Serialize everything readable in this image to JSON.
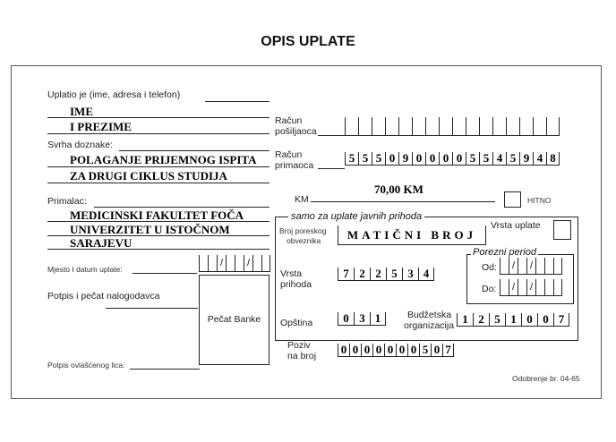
{
  "title": "OPIS UPLATE",
  "payer": {
    "label": "Uplatio je (ime, adresa i telefon)",
    "line1": "IME",
    "line2": "I PREZIME"
  },
  "purpose": {
    "label": "Svrha doznake:",
    "line1": "POLAGANJE PRIJEMNOG ISPITA",
    "line2": "ZA DRUGI CIKLUS STUDIJA"
  },
  "recipient": {
    "label": "Primalac:",
    "line1": "MEDICINSKI FAKULTET FOČA",
    "line2": "UNIVERZITET U ISTOČNOM",
    "line3": "SARAJEVU"
  },
  "place_date": {
    "label": "Mjesto I datum uplate:"
  },
  "signature_payer": {
    "label": "Potpis i pečat nalogodavca"
  },
  "signature_authorized": {
    "label": "Potpis ovlašćenog lica:"
  },
  "bank_stamp": {
    "label": "Pečat Banke"
  },
  "sender_account": {
    "label_1": "Račun",
    "label_2": "pošiljaoca"
  },
  "recipient_account": {
    "label_1": "Račun",
    "label_2": "primaoca",
    "digits": [
      "5",
      "5",
      "5",
      "0",
      "9",
      "0",
      "0",
      "0",
      "0",
      "5",
      "5",
      "4",
      "5",
      "9",
      "4",
      "8"
    ]
  },
  "amount": {
    "currency_label": "KM",
    "value": "70,00 KM"
  },
  "urgent": {
    "label": "HITNO"
  },
  "public_revenue": {
    "title": "samo za uplate javnih prihoda",
    "tax_number": {
      "label_1": "Broj poreskog",
      "label_2": "obveznika",
      "value": "MATIČNI BROJ"
    },
    "payment_type": {
      "label": "Vrsta uplate"
    },
    "tax_period": {
      "title": "Porezni period",
      "from_label": "Od:",
      "to_label": "Do:"
    },
    "revenue_type": {
      "label_1": "Vrsta",
      "label_2": "prihoda",
      "digits": [
        "7",
        "2",
        "2",
        "5",
        "3",
        "4"
      ]
    },
    "municipality": {
      "label": "Opština",
      "digits": [
        "0",
        "3",
        "1"
      ]
    },
    "budget_org": {
      "label_1": "Budžetska",
      "label_2": "organizacija",
      "digits": [
        "1",
        "2",
        "5",
        "1",
        "0",
        "0",
        "7"
      ]
    },
    "reference": {
      "label_1": "Poziv",
      "label_2": "na broj",
      "digits": [
        "0",
        "0",
        "0",
        "0",
        "0",
        "0",
        "0",
        "5",
        "0",
        "7"
      ]
    }
  },
  "approval": "Odobrenje br. 04-65"
}
